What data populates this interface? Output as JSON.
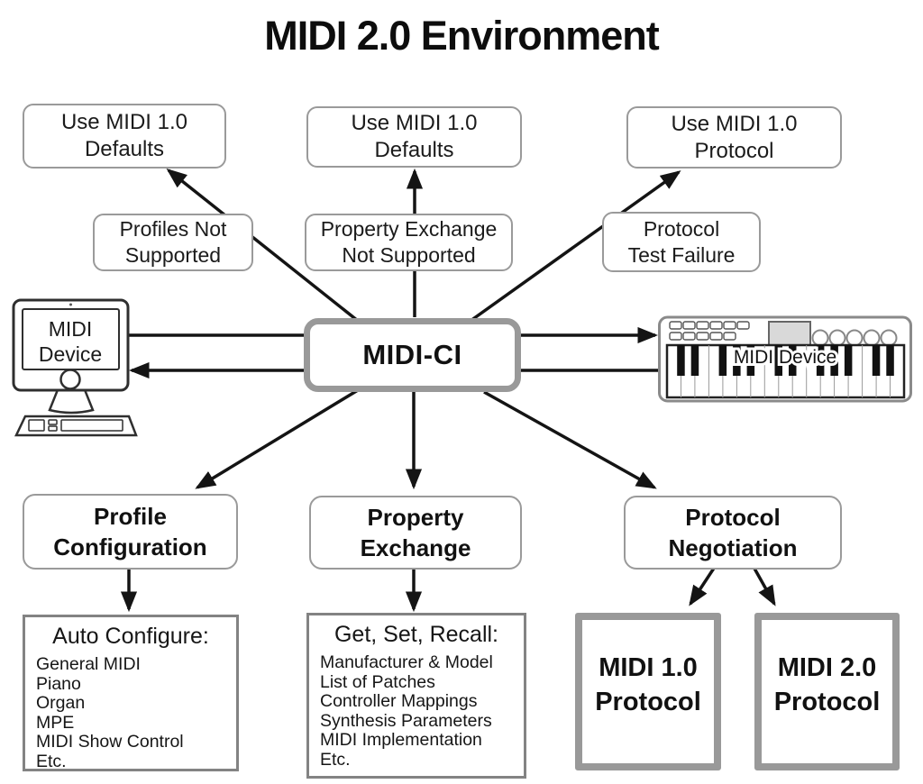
{
  "title": "MIDI 2.0 Environment",
  "colors": {
    "box_border": "#9a9a9a",
    "thick_border": "#999999",
    "line": "#141414",
    "display_fill": "#d9d9d9"
  },
  "nodes": {
    "use_defaults_left": {
      "line1": "Use MIDI 1.0",
      "line2": "Defaults"
    },
    "use_defaults_mid": {
      "line1": "Use MIDI 1.0",
      "line2": "Defaults"
    },
    "use_protocol_right": {
      "line1": "Use MIDI 1.0",
      "line2": "Protocol"
    },
    "profiles_not_supported": {
      "line1": "Profiles Not",
      "line2": "Supported"
    },
    "property_exchange_not_supported": {
      "line1": "Property Exchange",
      "line2": "Not Supported"
    },
    "protocol_test_failure": {
      "line1": "Protocol",
      "line2": "Test Failure"
    },
    "midi_ci": {
      "label": "MIDI-CI"
    },
    "computer_device": {
      "line1": "MIDI",
      "line2": "Device"
    },
    "keyboard_device": {
      "label": "MIDI Device"
    },
    "profile_configuration": {
      "line1": "Profile",
      "line2": "Configuration"
    },
    "property_exchange": {
      "line1": "Property",
      "line2": "Exchange"
    },
    "protocol_negotiation": {
      "line1": "Protocol",
      "line2": "Negotiation"
    },
    "auto_configure": {
      "heading": "Auto Configure:",
      "items": [
        "General MIDI",
        "Piano",
        "Organ",
        "MPE",
        "MIDI Show Control",
        "Etc."
      ]
    },
    "get_set_recall": {
      "heading": "Get, Set, Recall:",
      "items": [
        "Manufacturer & Model",
        "List of Patches",
        "Controller Mappings",
        "Synthesis Parameters",
        "MIDI Implementation",
        "Etc."
      ]
    },
    "midi_1_protocol": {
      "line1": "MIDI 1.0",
      "line2": "Protocol"
    },
    "midi_2_protocol": {
      "line1": "MIDI 2.0",
      "line2": "Protocol"
    }
  }
}
